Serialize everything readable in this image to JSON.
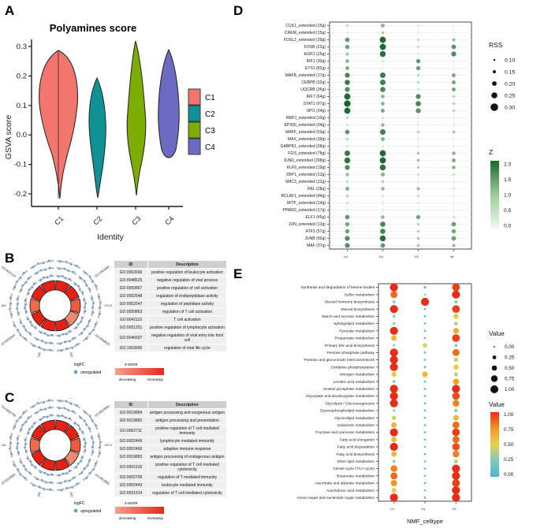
{
  "figure": {
    "panels": [
      "A",
      "B",
      "C",
      "D",
      "E"
    ]
  },
  "panelA": {
    "letter": "A",
    "title": "Polyamines score",
    "ylabel": "GSVA score",
    "xlabel": "Identity",
    "y_ticks": [
      "0.3",
      "0.2",
      "0.1",
      "0.0",
      "-0.1",
      "-0.2"
    ],
    "x_ticks": [
      "C1",
      "C2",
      "C3",
      "C4"
    ],
    "legend_items": [
      {
        "label": "C1",
        "color": "#f2766d"
      },
      {
        "label": "C2",
        "color": "#0f9294"
      },
      {
        "label": "C3",
        "color": "#7cae00"
      },
      {
        "label": "C4",
        "color": "#6b6bc4"
      }
    ],
    "chart_data": {
      "type": "violin",
      "title": "Polyamines score",
      "xlabel": "Identity",
      "ylabel": "GSVA score",
      "ylim": [
        -0.25,
        0.35
      ],
      "categories": [
        "C1",
        "C2",
        "C3",
        "C4"
      ],
      "series": [
        {
          "name": "C1",
          "color": "#f2766d",
          "median": 0.09,
          "min": -0.142,
          "max": 0.288,
          "peak": 0.1
        },
        {
          "name": "C2",
          "color": "#0f9294",
          "median": -0.03,
          "min": -0.215,
          "max": 0.194,
          "peak": -0.03
        },
        {
          "name": "C3",
          "color": "#7cae00",
          "median": 0.0,
          "min": -0.205,
          "max": 0.318,
          "peak": 0.0
        },
        {
          "name": "C4",
          "color": "#6b6bc4",
          "median": 0.05,
          "min": -0.078,
          "max": 0.29,
          "peak": 0.04
        }
      ]
    }
  },
  "panelB": {
    "letter": "B",
    "circos_labels": [
      "GO:0046597",
      "GO:1903900",
      "GO:0002696",
      "GO:0048525",
      "GO:0050867",
      "GO:0052548",
      "GO:0052547",
      "GO:0050863",
      "GO:0042110",
      "GO:0051251"
    ],
    "legend": {
      "logfc_title": "logFC",
      "logfc_item": "unregulated",
      "logfc_color": "#6b9ed6",
      "zscore_title": "z-score",
      "zscore_low": "decreasing",
      "zscore_high": "increasing",
      "zscore_color_low": "#f6a08c",
      "zscore_color_high": "#e8281e"
    },
    "table": {
      "headers": [
        "ID",
        "Description"
      ],
      "rows": [
        [
          "GO:0002696",
          "positive regulation of leukocyte activation"
        ],
        [
          "GO:0048525",
          "negative regulation of viral process"
        ],
        [
          "GO:0050867",
          "positive regulation of cell activation"
        ],
        [
          "GO:0052548",
          "regulation of endopeptidase activity"
        ],
        [
          "GO:0052547",
          "regulation of peptidase activity"
        ],
        [
          "GO:0050863",
          "regulation of T cell activation"
        ],
        [
          "GO:0042110",
          "T cell activation"
        ],
        [
          "GO:0051251",
          "positive regulation of lymphocyte activation"
        ],
        [
          "GO:0046597",
          "negative regulation of viral entry into host cell"
        ],
        [
          "GO:1903900",
          "regulation of viral life cycle"
        ]
      ]
    }
  },
  "panelC": {
    "letter": "C",
    "circos_labels": [
      "GO:0001914",
      "GO:0019884",
      "GO:0002711",
      "GO:0019882",
      "GO:0002449",
      "GO:0002460",
      "GO:0019883",
      "GO:0001916",
      "GO:0002709",
      "GO:0002443"
    ],
    "legend": {
      "logfc_title": "logFC",
      "logfc_item": "upregulated",
      "logfc_color": "#6b9ed6",
      "zscore_title": "z-score",
      "zscore_low": "decreasing",
      "zscore_high": "increasing",
      "zscore_color_low": "#f6a08c",
      "zscore_color_high": "#e8281e"
    },
    "table": {
      "headers": [
        "ID",
        "Description"
      ],
      "rows": [
        [
          "GO:0019884",
          "antigen processing and exogenous antigen"
        ],
        [
          "GO:0019882",
          "antigen processing and presentation"
        ],
        [
          "GO:0002711",
          "positive regulation of T cell mediated immunity"
        ],
        [
          "GO:0002449",
          "lymphocyte mediated immunity"
        ],
        [
          "GO:0002460",
          "adaptive immune response"
        ],
        [
          "GO:0019883",
          "antigen processing of endogenous antigen"
        ],
        [
          "GO:0001916",
          "positive regulation of T cell mediated cytotoxicity"
        ],
        [
          "GO:0002709",
          "regulation of T mediated immunity"
        ],
        [
          "GO:0002443",
          "leukocyte mediated immunity"
        ],
        [
          "GO:0001914",
          "regulation of T cell mediated cytotoxicity"
        ]
      ]
    }
  },
  "panelD": {
    "letter": "D",
    "x_ticks": [
      "1",
      "2",
      "3",
      "4"
    ],
    "size_legend": {
      "title": "RSS",
      "items": [
        {
          "label": "0.10",
          "r": 1.2
        },
        {
          "label": "0.15",
          "r": 2.0
        },
        {
          "label": "0.20",
          "r": 2.9
        },
        {
          "label": "0.25",
          "r": 3.8
        },
        {
          "label": "0.30",
          "r": 4.8
        }
      ]
    },
    "color_legend": {
      "title": "Z",
      "ticks": [
        "2.0",
        "1.5",
        "1.0",
        "0.5",
        "0.0"
      ],
      "low_color": "#f2f7f0",
      "high_color": "#176b2c"
    },
    "chart_data": {
      "type": "heatmap",
      "title": "",
      "xlabel": "",
      "ylabel": "",
      "x_categories": [
        "1",
        "2",
        "3",
        "4"
      ],
      "y_categories": [
        "CUX1_extended (15g)",
        "CREM_extended (15g)",
        "FOSL2_extended (39g)",
        "FOSB (22g)",
        "EGR1 (15g)",
        "IRF1 (30g)",
        "ETS1 (82g)",
        "MAFB_extended (17g)",
        "CEBPB (32g)",
        "UQCRB (36g)",
        "IRF7 (64g)",
        "STAT1 (97g)",
        "SPI1 (34g)",
        "RBPJ_extended (10g)",
        "EP300_extended (34g)",
        "MAFF_extended (53g)",
        "MAX_extended (39g)",
        "GABPB1_extended (38g)",
        "FOS_extended (78g)",
        "JUND_extended (298g)",
        "KLF9_extended (19g)",
        "XBP1_extended (13g)",
        "SMC3_extended (12g)",
        "REL (28g)",
        "BCLAF1_extended (44g)",
        "MITF_extended (14g)",
        "PPARG_extended (17g)",
        "ELF1 (45g)",
        "JUN_extended (13g)",
        "ATF3 (57g)",
        "JUNB (90g)",
        "MAF (37g)"
      ],
      "z_values": [
        [
          0.4,
          0.9,
          0.2,
          0.1
        ],
        [
          0.2,
          0.6,
          0.1,
          0.1
        ],
        [
          1.4,
          2.2,
          0.5,
          0.8
        ],
        [
          1.3,
          2.2,
          0.4,
          1.5
        ],
        [
          0.7,
          2.1,
          0.3,
          1.6
        ],
        [
          1.0,
          0.3,
          1.4,
          0.2
        ],
        [
          1.1,
          0.1,
          1.3,
          0.1
        ],
        [
          1.7,
          1.9,
          0.5,
          1.1
        ],
        [
          1.9,
          1.8,
          0.5,
          1.2
        ],
        [
          1.6,
          1.7,
          0.4,
          1.2
        ],
        [
          2.2,
          1.0,
          1.6,
          0.5
        ],
        [
          2.3,
          1.0,
          1.7,
          0.5
        ],
        [
          2.2,
          1.1,
          1.5,
          0.5
        ],
        [
          0.4,
          0.3,
          0.3,
          0.2
        ],
        [
          0.3,
          0.9,
          0.2,
          0.3
        ],
        [
          1.4,
          1.8,
          0.5,
          0.6
        ],
        [
          0.4,
          1.0,
          0.2,
          0.2
        ],
        [
          0.3,
          0.2,
          0.2,
          0.2
        ],
        [
          1.9,
          2.2,
          0.6,
          1.0
        ],
        [
          2.0,
          2.2,
          0.7,
          1.1
        ],
        [
          1.6,
          2.0,
          0.5,
          1.0
        ],
        [
          0.8,
          1.0,
          0.4,
          0.4
        ],
        [
          0.4,
          0.5,
          0.3,
          0.2
        ],
        [
          1.0,
          0.9,
          0.8,
          0.3
        ],
        [
          0.5,
          0.3,
          0.4,
          0.2
        ],
        [
          0.4,
          0.2,
          0.3,
          0.2
        ],
        [
          0.3,
          0.2,
          0.2,
          0.1
        ],
        [
          1.4,
          0.9,
          1.2,
          0.4
        ],
        [
          1.2,
          1.7,
          0.5,
          1.3
        ],
        [
          1.3,
          1.7,
          0.5,
          1.2
        ],
        [
          1.6,
          2.1,
          0.6,
          1.3
        ],
        [
          1.5,
          1.4,
          0.6,
          0.9
        ]
      ],
      "rss_values": [
        [
          0.13,
          0.17,
          0.11,
          0.1
        ],
        [
          0.11,
          0.13,
          0.1,
          0.1
        ],
        [
          0.19,
          0.24,
          0.12,
          0.15
        ],
        [
          0.18,
          0.24,
          0.12,
          0.19
        ],
        [
          0.15,
          0.23,
          0.11,
          0.2
        ],
        [
          0.16,
          0.12,
          0.18,
          0.11
        ],
        [
          0.17,
          0.1,
          0.18,
          0.1
        ],
        [
          0.2,
          0.22,
          0.13,
          0.17
        ],
        [
          0.21,
          0.22,
          0.13,
          0.17
        ],
        [
          0.2,
          0.21,
          0.12,
          0.17
        ],
        [
          0.24,
          0.16,
          0.2,
          0.13
        ],
        [
          0.25,
          0.16,
          0.21,
          0.13
        ],
        [
          0.24,
          0.17,
          0.2,
          0.13
        ],
        [
          0.13,
          0.12,
          0.11,
          0.1
        ],
        [
          0.12,
          0.16,
          0.11,
          0.11
        ],
        [
          0.19,
          0.22,
          0.13,
          0.14
        ],
        [
          0.13,
          0.17,
          0.11,
          0.11
        ],
        [
          0.12,
          0.11,
          0.11,
          0.11
        ],
        [
          0.22,
          0.24,
          0.14,
          0.16
        ],
        [
          0.23,
          0.24,
          0.14,
          0.17
        ],
        [
          0.2,
          0.23,
          0.13,
          0.16
        ],
        [
          0.16,
          0.17,
          0.12,
          0.12
        ],
        [
          0.13,
          0.14,
          0.11,
          0.11
        ],
        [
          0.17,
          0.16,
          0.15,
          0.11
        ],
        [
          0.13,
          0.12,
          0.12,
          0.11
        ],
        [
          0.12,
          0.11,
          0.11,
          0.1
        ],
        [
          0.11,
          0.11,
          0.1,
          0.1
        ],
        [
          0.19,
          0.16,
          0.18,
          0.12
        ],
        [
          0.18,
          0.21,
          0.13,
          0.19
        ],
        [
          0.18,
          0.21,
          0.13,
          0.18
        ],
        [
          0.2,
          0.23,
          0.14,
          0.19
        ],
        [
          0.2,
          0.19,
          0.14,
          0.15
        ]
      ]
    }
  },
  "panelE": {
    "letter": "E",
    "xlabel": "NMF_celltype",
    "x_ticks": [
      "1",
      "2",
      "3"
    ],
    "size_legend": {
      "title": "Value",
      "items": [
        {
          "label": "0.00",
          "r": 0.9
        },
        {
          "label": "0.25",
          "r": 2.4
        },
        {
          "label": "0.50",
          "r": 3.3
        },
        {
          "label": "0.75",
          "r": 4.2
        },
        {
          "label": "1.00",
          "r": 5.0
        }
      ]
    },
    "color_legend": {
      "title": "Value",
      "ticks": [
        "1.00",
        "0.75",
        "0.50",
        "0.25",
        "0.00"
      ],
      "colors": [
        "#e8301c",
        "#f0a81e",
        "#e8d24a",
        "#9fc45a",
        "#4eb3d3"
      ]
    },
    "chart_data": {
      "type": "heatmap",
      "title": "",
      "xlabel": "NMF_celltype",
      "ylabel": "",
      "x_categories": [
        "1",
        "2",
        "3"
      ],
      "y_categories": [
        "Synthesis and degradation of ketone bodies",
        "Sulfur metabolism",
        "Steroid hormone biosynthesis",
        "Steroid biosynthesis",
        "Starch and sucrose metabolism",
        "Sphingolipid metabolism",
        "Pyruvate metabolism",
        "Propanoate metabolism",
        "Primary bile acid biosynthesis",
        "Pentose phosphate pathway",
        "Pentose and glucuronate interconversions",
        "Oxidative phosphorylation",
        "Nitrogen metabolism",
        "Linoleic acid metabolism",
        "Inositol phosphate metabolism",
        "Glyoxylate and dicarboxylate metabolism",
        "Glycolysis / Gluconeogenesis",
        "Glycerophospholipid metabolism",
        "Glycerolipid metabolism",
        "Galactose metabolism",
        "Fructose and mannose metabolism",
        "Fatty acid elongation",
        "Fatty acid degradation",
        "Fatty acid biosynthesis",
        "Ether lipid metabolism",
        "Citrate cycle (TCA cycle)",
        "Butanoate metabolism",
        "Ascorbate and aldarate metabolism",
        "Arachidonic acid metabolism",
        "Amino sugar and nucleotide sugar metabolism"
      ],
      "values": [
        [
          1.0,
          0.2,
          0.95
        ],
        [
          0.85,
          0.05,
          1.0
        ],
        [
          0.2,
          1.0,
          0.3
        ],
        [
          1.0,
          0.1,
          0.95
        ],
        [
          0.22,
          0.12,
          0.55
        ],
        [
          0.15,
          0.1,
          0.35
        ],
        [
          1.0,
          0.12,
          0.65
        ],
        [
          0.62,
          0.1,
          0.95
        ],
        [
          0.08,
          0.45,
          0.2
        ],
        [
          1.0,
          0.12,
          0.85
        ],
        [
          1.0,
          0.1,
          0.45
        ],
        [
          1.0,
          0.14,
          0.55
        ],
        [
          0.55,
          0.62,
          0.4
        ],
        [
          0.22,
          0.1,
          0.7
        ],
        [
          1.0,
          0.12,
          1.0
        ],
        [
          1.0,
          0.1,
          0.92
        ],
        [
          1.0,
          0.12,
          0.8
        ],
        [
          0.1,
          0.12,
          0.3
        ],
        [
          0.45,
          0.1,
          0.62
        ],
        [
          0.62,
          0.12,
          0.85
        ],
        [
          1.0,
          0.1,
          0.95
        ],
        [
          0.6,
          0.08,
          0.85
        ],
        [
          1.0,
          0.08,
          0.92
        ],
        [
          0.6,
          0.1,
          0.8
        ],
        [
          0.22,
          0.1,
          0.4
        ],
        [
          0.8,
          0.1,
          1.0
        ],
        [
          0.85,
          0.08,
          1.0
        ],
        [
          0.75,
          0.1,
          0.95
        ],
        [
          0.52,
          0.08,
          1.0
        ],
        [
          1.0,
          0.12,
          1.0
        ]
      ]
    }
  }
}
